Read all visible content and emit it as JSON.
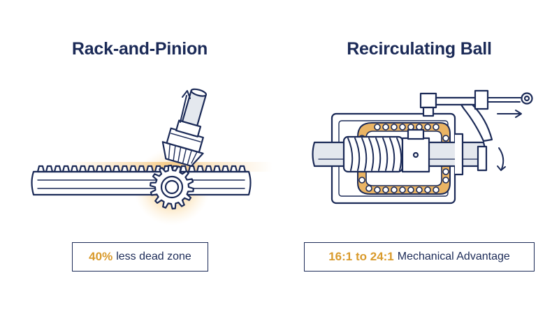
{
  "panels": {
    "left": {
      "title": "Rack-and-Pinion",
      "callout_highlight": "40%",
      "callout_text": "less dead zone"
    },
    "right": {
      "title": "Recirculating Ball",
      "callout_highlight": "16:1 to 24:1",
      "callout_text": "Mechanical Advantage"
    }
  },
  "colors": {
    "ink": "#1b2a57",
    "accent": "#d99a2b",
    "glow": "#f4b452",
    "shaft": "#e4e8ee",
    "bg": "#ffffff"
  }
}
